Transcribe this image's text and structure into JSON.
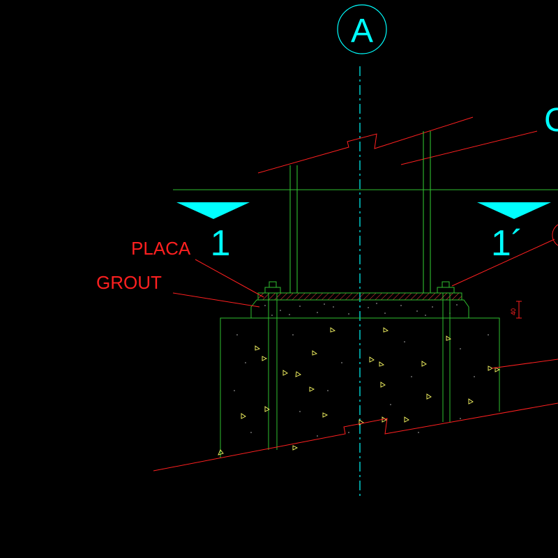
{
  "drawing": {
    "grid_label": "A",
    "partial_label_right": "C",
    "section_left_label": "1",
    "section_right_label": "1´",
    "callouts": {
      "placa": "PLACA",
      "grout": "GROUT"
    },
    "dimension_label": "40"
  },
  "colors": {
    "background": "#000000",
    "cyan": "#00ffff",
    "green": "#2fbf2f",
    "red": "#ff2020",
    "yellow": "#ffff66",
    "white": "#dddddd"
  }
}
